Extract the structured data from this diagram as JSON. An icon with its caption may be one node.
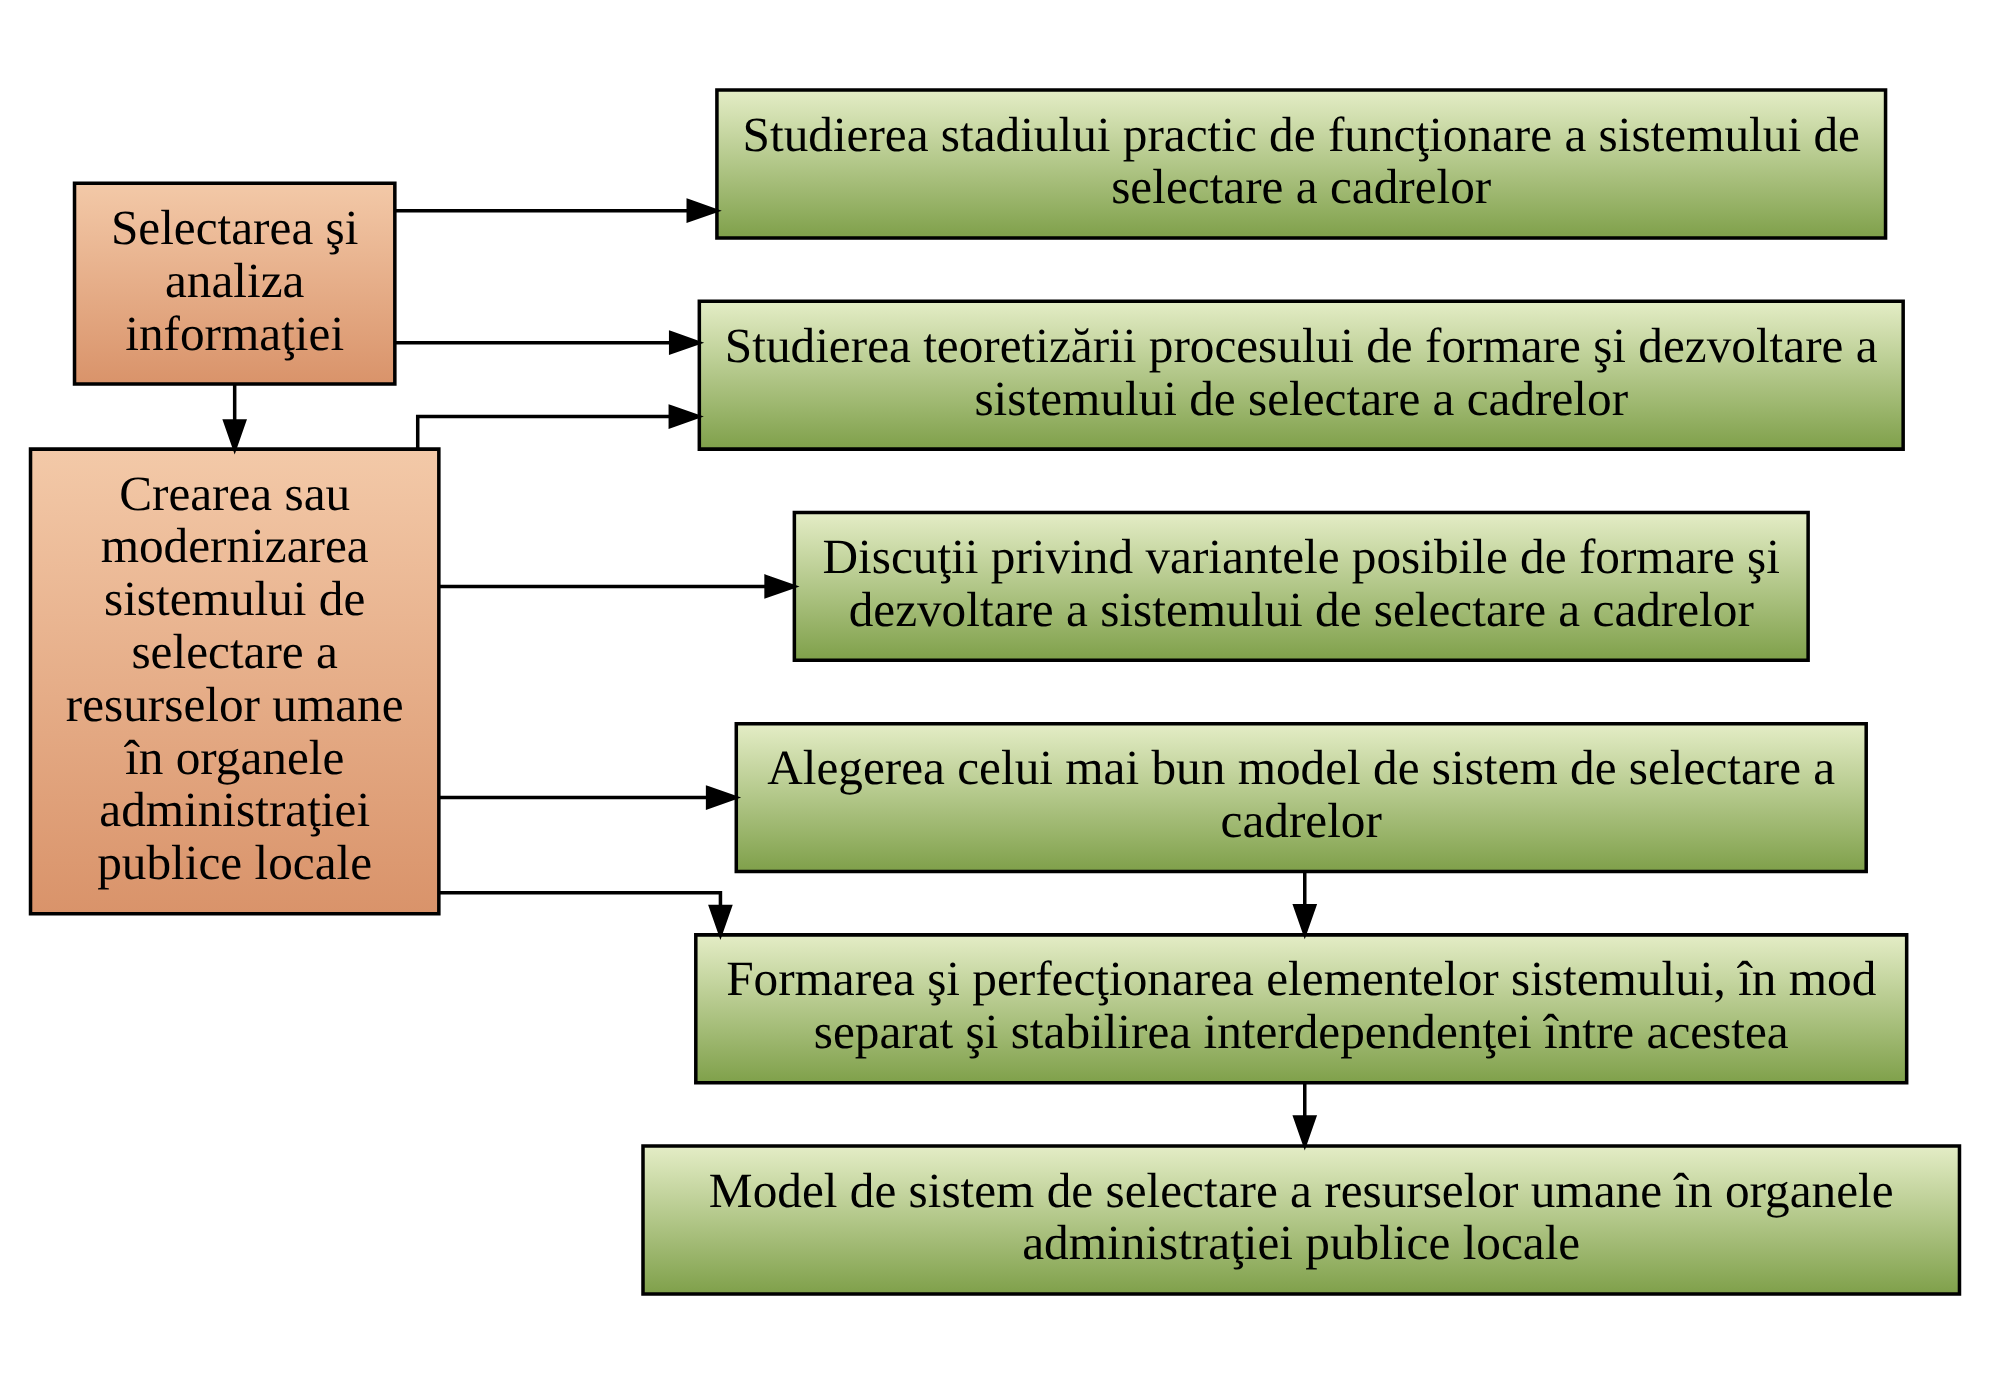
{
  "diagram": {
    "nodes": [
      {
        "text": [
          "Selectarea şi analiza informaţiei"
        ]
      },
      {
        "text": [
          "Crearea sau modernizarea sistemului de selectare a resurselor umane în organele administraţiei publice locale"
        ]
      },
      {
        "text": [
          "Studierea stadiului practic de funcţionare a sistemului de selectare a cadrelor"
        ]
      },
      {
        "text": [
          "Studierea teoretizării procesului de formare şi dezvoltare a sistemului de selectare a cadrelor"
        ]
      },
      {
        "text": [
          "Discuţii privind variantele posibile de formare şi dezvoltare a sistemului de selectare a cadrelor"
        ]
      },
      {
        "text": [
          "Alegerea celui mai bun model de sistem de selectare a cadrelor"
        ]
      },
      {
        "text": [
          "Formarea şi perfecţionarea elementelor sistemului, în mod separat şi stabilirea interdependenţei între acestea"
        ]
      },
      {
        "text": [
          "Model de sistem de selectare a resurselor umane în organele administraţiei publice locale"
        ]
      }
    ],
    "edges": [
      {
        "from": 0,
        "to": 1,
        "arrow": "to"
      },
      {
        "from": 0,
        "to": 2,
        "arrow": "to"
      },
      {
        "from": 0,
        "to": 3,
        "arrow": "to"
      },
      {
        "from": 1,
        "to": 3,
        "arrow": "to"
      },
      {
        "from": 1,
        "to": 4,
        "arrow": "to"
      },
      {
        "from": 1,
        "to": 5,
        "arrow": "to"
      },
      {
        "from": 1,
        "to": 6,
        "arrow": "to"
      },
      {
        "from": 5,
        "to": 6,
        "arrow": "to"
      },
      {
        "from": 6,
        "to": 7,
        "arrow": "to"
      }
    ]
  }
}
